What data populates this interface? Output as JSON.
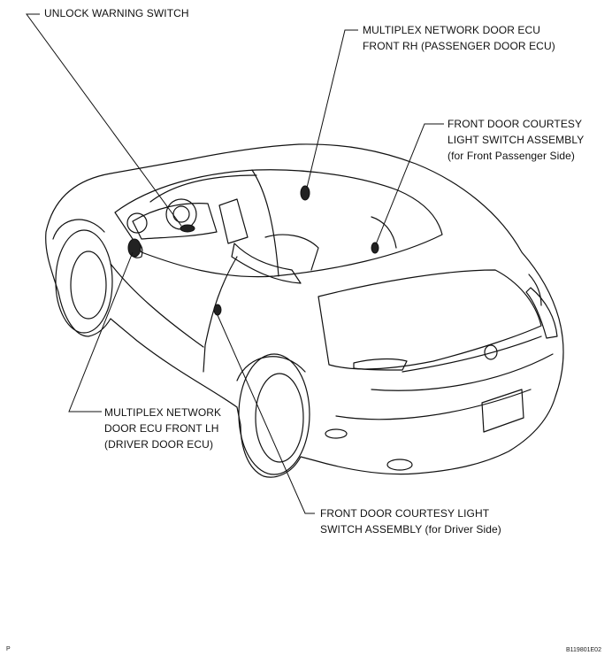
{
  "labels": {
    "unlock_warning_switch": "UNLOCK WARNING SWITCH",
    "ecu_rh": "MULTIPLEX NETWORK DOOR ECU\nFRONT RH (PASSENGER DOOR ECU)",
    "courtesy_passenger": "FRONT DOOR COURTESY\nLIGHT SWITCH ASSEMBLY\n(for Front Passenger Side)",
    "ecu_lh": "MULTIPLEX NETWORK\nDOOR ECU FRONT LH\n(DRIVER DOOR ECU)",
    "courtesy_driver": "FRONT DOOR COURTESY LIGHT\nSWITCH ASSEMBLY (for Driver Side)"
  },
  "footer": {
    "left": "P",
    "right": "B119801E02"
  }
}
